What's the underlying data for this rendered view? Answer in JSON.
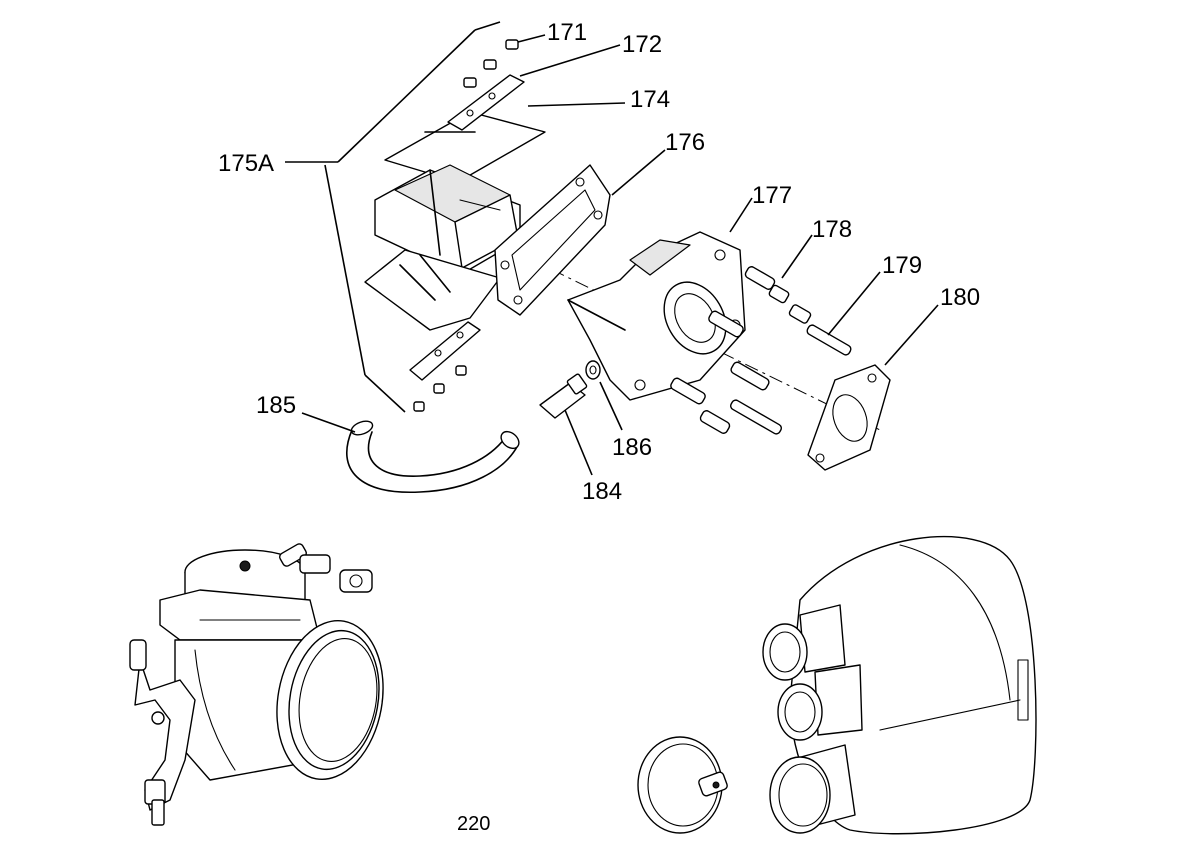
{
  "callouts": {
    "c171": "171",
    "c172": "172",
    "c174": "174",
    "c175a": "175A",
    "c176": "176",
    "c177": "177",
    "c178": "178",
    "c179": "179",
    "c180": "180",
    "c184": "184",
    "c185": "185",
    "c186": "186"
  },
  "page_number": "220"
}
